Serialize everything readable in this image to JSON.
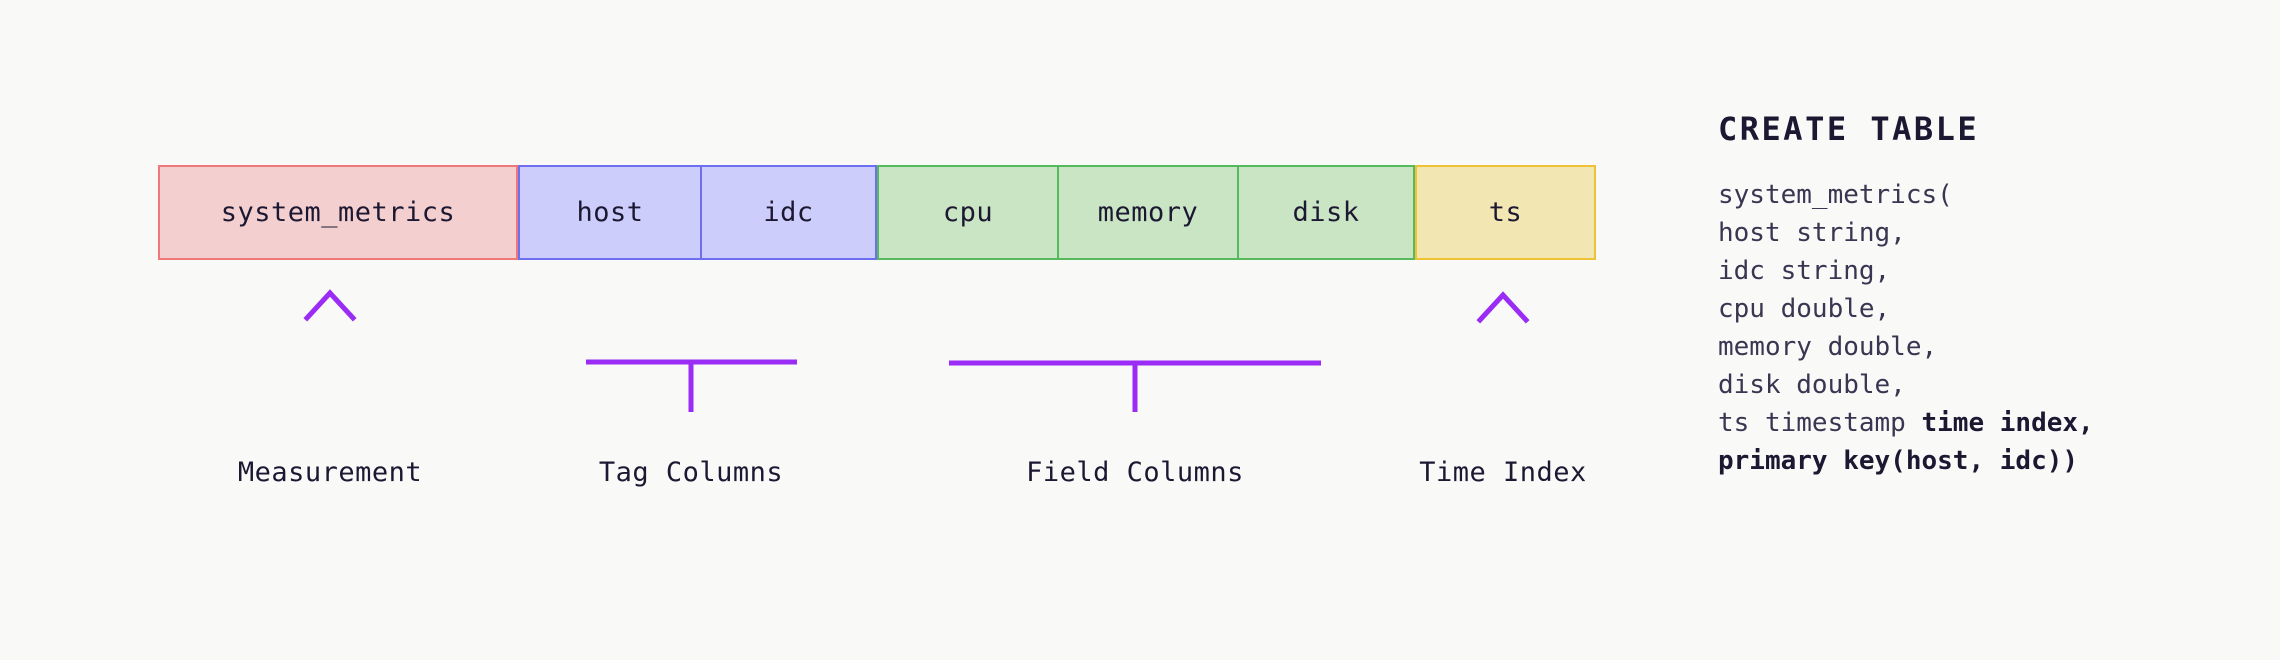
{
  "background": "#f9f9f8",
  "colors": {
    "measurement_fill": "#f4cfcf",
    "measurement_border": "#ef7878",
    "tag_fill": "#cccdfb",
    "tag_border": "#6e6ef0",
    "field_fill": "#c9e5c4",
    "field_border": "#56b95e",
    "time_index_fill": "#f2e6b2",
    "time_index_border": "#eec234",
    "annotation": "#9b2cf5",
    "text": "#1d1832"
  },
  "schema": {
    "groups": [
      {
        "key": "measurement",
        "cells": [
          {
            "label": "system_metrics"
          }
        ]
      },
      {
        "key": "tags",
        "cells": [
          {
            "label": "host"
          },
          {
            "label": "idc"
          }
        ]
      },
      {
        "key": "fields",
        "cells": [
          {
            "label": "cpu"
          },
          {
            "label": "memory"
          },
          {
            "label": "disk"
          }
        ]
      },
      {
        "key": "timeindex",
        "cells": [
          {
            "label": "ts"
          }
        ]
      }
    ]
  },
  "annotations": [
    {
      "key": "measurement",
      "label": "Measurement",
      "kind": "arrow"
    },
    {
      "key": "tag-columns",
      "label": "Tag Columns",
      "kind": "bracket"
    },
    {
      "key": "field-columns",
      "label": "Field Columns",
      "kind": "bracket"
    },
    {
      "key": "time-index",
      "label": "Time Index",
      "kind": "arrow"
    }
  ],
  "sql": {
    "heading": "CREATE TABLE",
    "lines": [
      {
        "plain": "system_metrics("
      },
      {
        "plain": "host string,"
      },
      {
        "plain": "idc string,"
      },
      {
        "plain": "cpu double,"
      },
      {
        "plain": "memory double,"
      },
      {
        "plain": "disk double,"
      },
      {
        "plain": "ts timestamp ",
        "bold": "time index,"
      },
      {
        "plain": "",
        "bold": "primary key(host, idc))"
      }
    ]
  }
}
